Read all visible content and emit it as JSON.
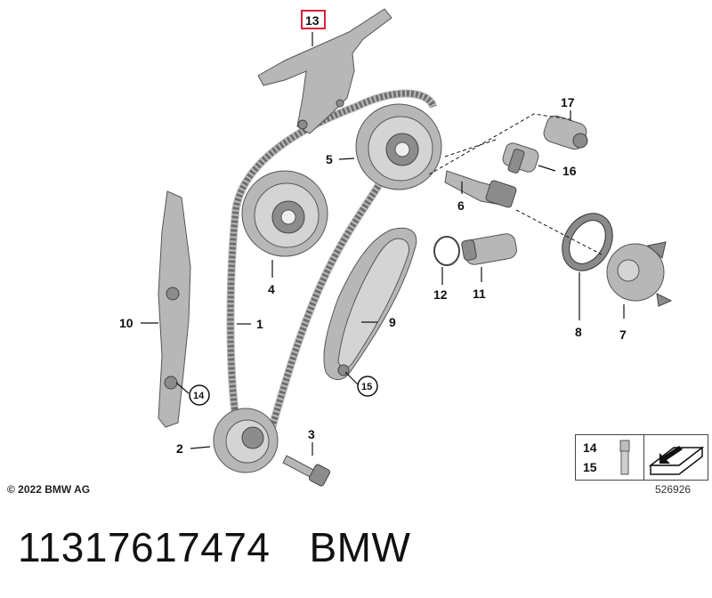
{
  "callouts": {
    "c1": "1",
    "c2": "2",
    "c3": "3",
    "c4": "4",
    "c5": "5",
    "c6": "6",
    "c7": "7",
    "c8": "8",
    "c9": "9",
    "c10": "10",
    "c11": "11",
    "c12": "12",
    "c13": "13",
    "c14": "14",
    "c15": "15",
    "c16": "16",
    "c17": "17"
  },
  "legend": {
    "item_a": "14",
    "item_b": "15"
  },
  "copyright": "© 2022 BMW AG",
  "drawing_number": "526926",
  "caption": {
    "part_number": "11317617474",
    "brand": "BMW"
  },
  "colors": {
    "highlight": "#d9213a",
    "line": "#111111",
    "part": "#b7b7b7"
  }
}
